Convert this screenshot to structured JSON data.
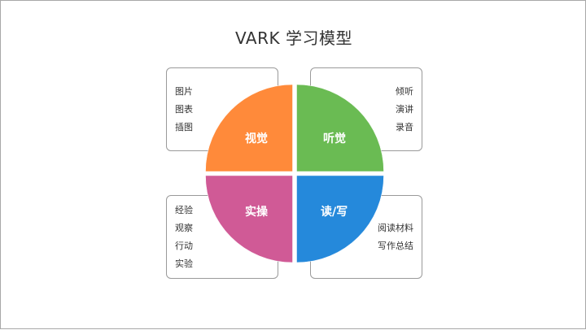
{
  "title": "VARK 学习模型",
  "colors": {
    "visual": "#FF8A3A",
    "auditory": "#6ABB53",
    "kinesthetic": "#D05A96",
    "read_write": "#2589DB",
    "box_border": "#9A9A9A",
    "slide_border": "#A8A8A8"
  },
  "quadrants": {
    "visual": {
      "label": "视觉",
      "items": [
        "图片",
        "图表",
        "插图"
      ]
    },
    "auditory": {
      "label": "听觉",
      "items": [
        "倾听",
        "演讲",
        "录音"
      ]
    },
    "kinesthetic": {
      "label": "实操",
      "items": [
        "经验",
        "观察",
        "行动",
        "实验"
      ]
    },
    "read_write": {
      "label": "读/写",
      "items": [
        "阅读材料",
        "写作总结"
      ]
    }
  }
}
